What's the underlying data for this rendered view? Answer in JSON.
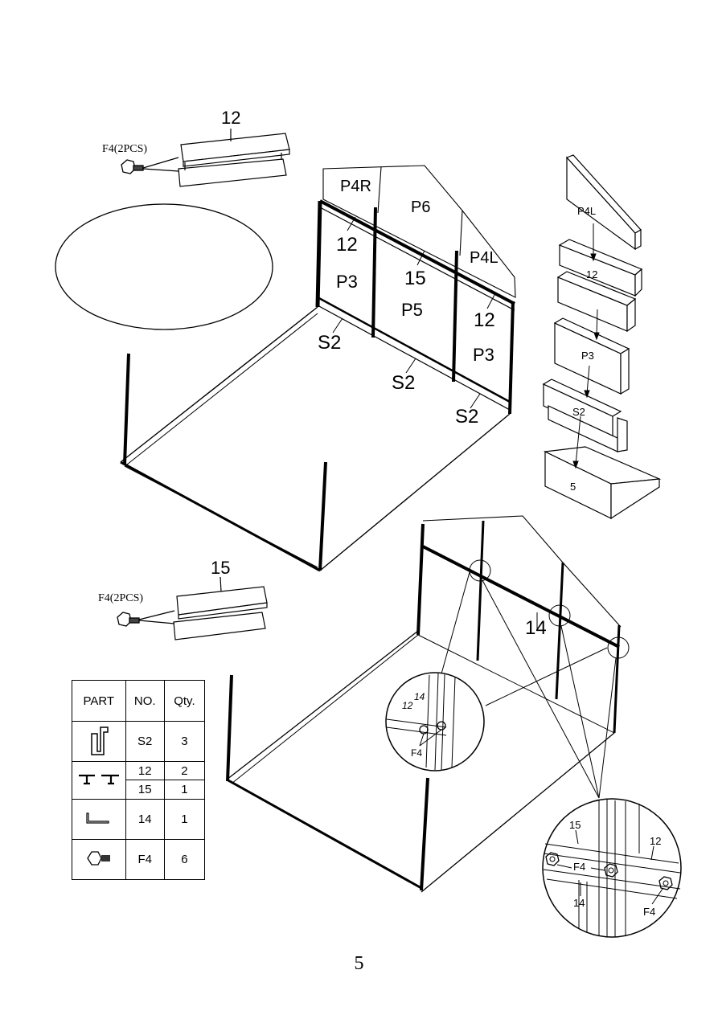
{
  "top_profile": {
    "label": "12",
    "fastener": "F4(2PCS)"
  },
  "bottom_profile": {
    "label": "15",
    "fastener": "F4(2PCS)"
  },
  "upper_assembly": {
    "panels": [
      "P4R",
      "P6",
      "P4L",
      "P3",
      "P5",
      "P3"
    ],
    "profiles": [
      "12",
      "15",
      "12"
    ],
    "sills": [
      "S2",
      "S2",
      "S2"
    ]
  },
  "exploded_stack": {
    "labels": [
      "P4L",
      "12",
      "P3",
      "S2",
      "5"
    ]
  },
  "lower_assembly": {
    "label": "14"
  },
  "detail_small": {
    "labels": [
      "14",
      "12",
      "F4"
    ]
  },
  "detail_large": {
    "labels": [
      "15",
      "12",
      "F4",
      "14",
      "F4"
    ]
  },
  "parts_table": {
    "headers": [
      "PART",
      "NO.",
      "Qty."
    ],
    "rows": [
      {
        "icon": "s2-profile-icon",
        "no": "S2",
        "qty": "3"
      },
      {
        "icon": "bar-profile-icon",
        "no": "12",
        "qty": "2"
      },
      {
        "icon": "",
        "no": "15",
        "qty": "1"
      },
      {
        "icon": "angle-profile-icon",
        "no": "14",
        "qty": "1"
      },
      {
        "icon": "bolt-icon",
        "no": "F4",
        "qty": "6"
      }
    ]
  },
  "page_number": "5"
}
